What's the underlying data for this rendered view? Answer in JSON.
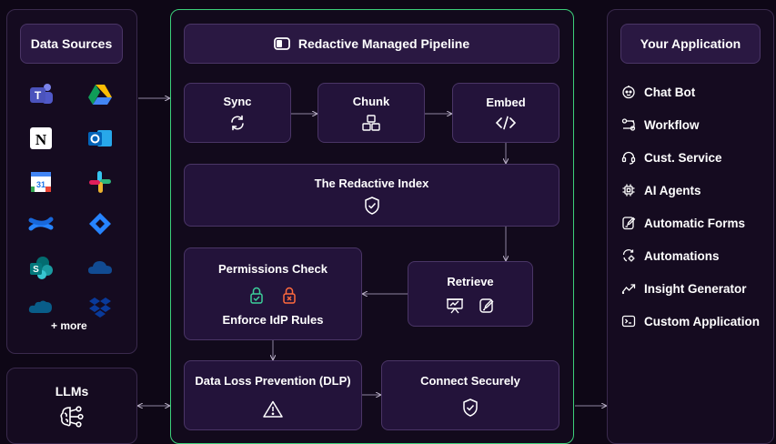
{
  "data_sources": {
    "title": "Data Sources",
    "more_label": "+ more",
    "icons": [
      "teams-icon",
      "google-drive-icon",
      "notion-icon",
      "outlook-icon",
      "google-calendar-icon",
      "slack-icon",
      "confluence-icon",
      "jira-icon",
      "sharepoint-icon",
      "onedrive-icon",
      "salesforce-icon",
      "dropbox-icon"
    ]
  },
  "llms": {
    "title": "LLMs",
    "icon": "neural-network-icon"
  },
  "pipeline": {
    "title": "Redactive Managed Pipeline",
    "sync": "Sync",
    "chunk": "Chunk",
    "embed": "Embed",
    "index": "The Redactive Index",
    "permissions": "Permissions Check",
    "enforce": "Enforce IdP Rules",
    "retrieve": "Retrieve",
    "dlp": "Data Loss Prevention (DLP)",
    "connect": "Connect Securely"
  },
  "application": {
    "title": "Your Application",
    "items": [
      {
        "label": "Chat Bot",
        "icon": "chatbot-icon"
      },
      {
        "label": "Workflow",
        "icon": "workflow-icon"
      },
      {
        "label": "Cust. Service",
        "icon": "headset-icon"
      },
      {
        "label": "AI Agents",
        "icon": "chip-icon"
      },
      {
        "label": "Automatic Forms",
        "icon": "form-icon"
      },
      {
        "label": "Automations",
        "icon": "automation-icon"
      },
      {
        "label": "Insight Generator",
        "icon": "trend-icon"
      },
      {
        "label": "Custom Application",
        "icon": "terminal-icon"
      }
    ]
  },
  "colors": {
    "background": "#0e0716",
    "panel": "#150b20",
    "box": "#23133a",
    "pipeline_border": "#3ccf7a",
    "lock_ok": "#3ccf9a",
    "lock_denied": "#ff6a3d"
  }
}
